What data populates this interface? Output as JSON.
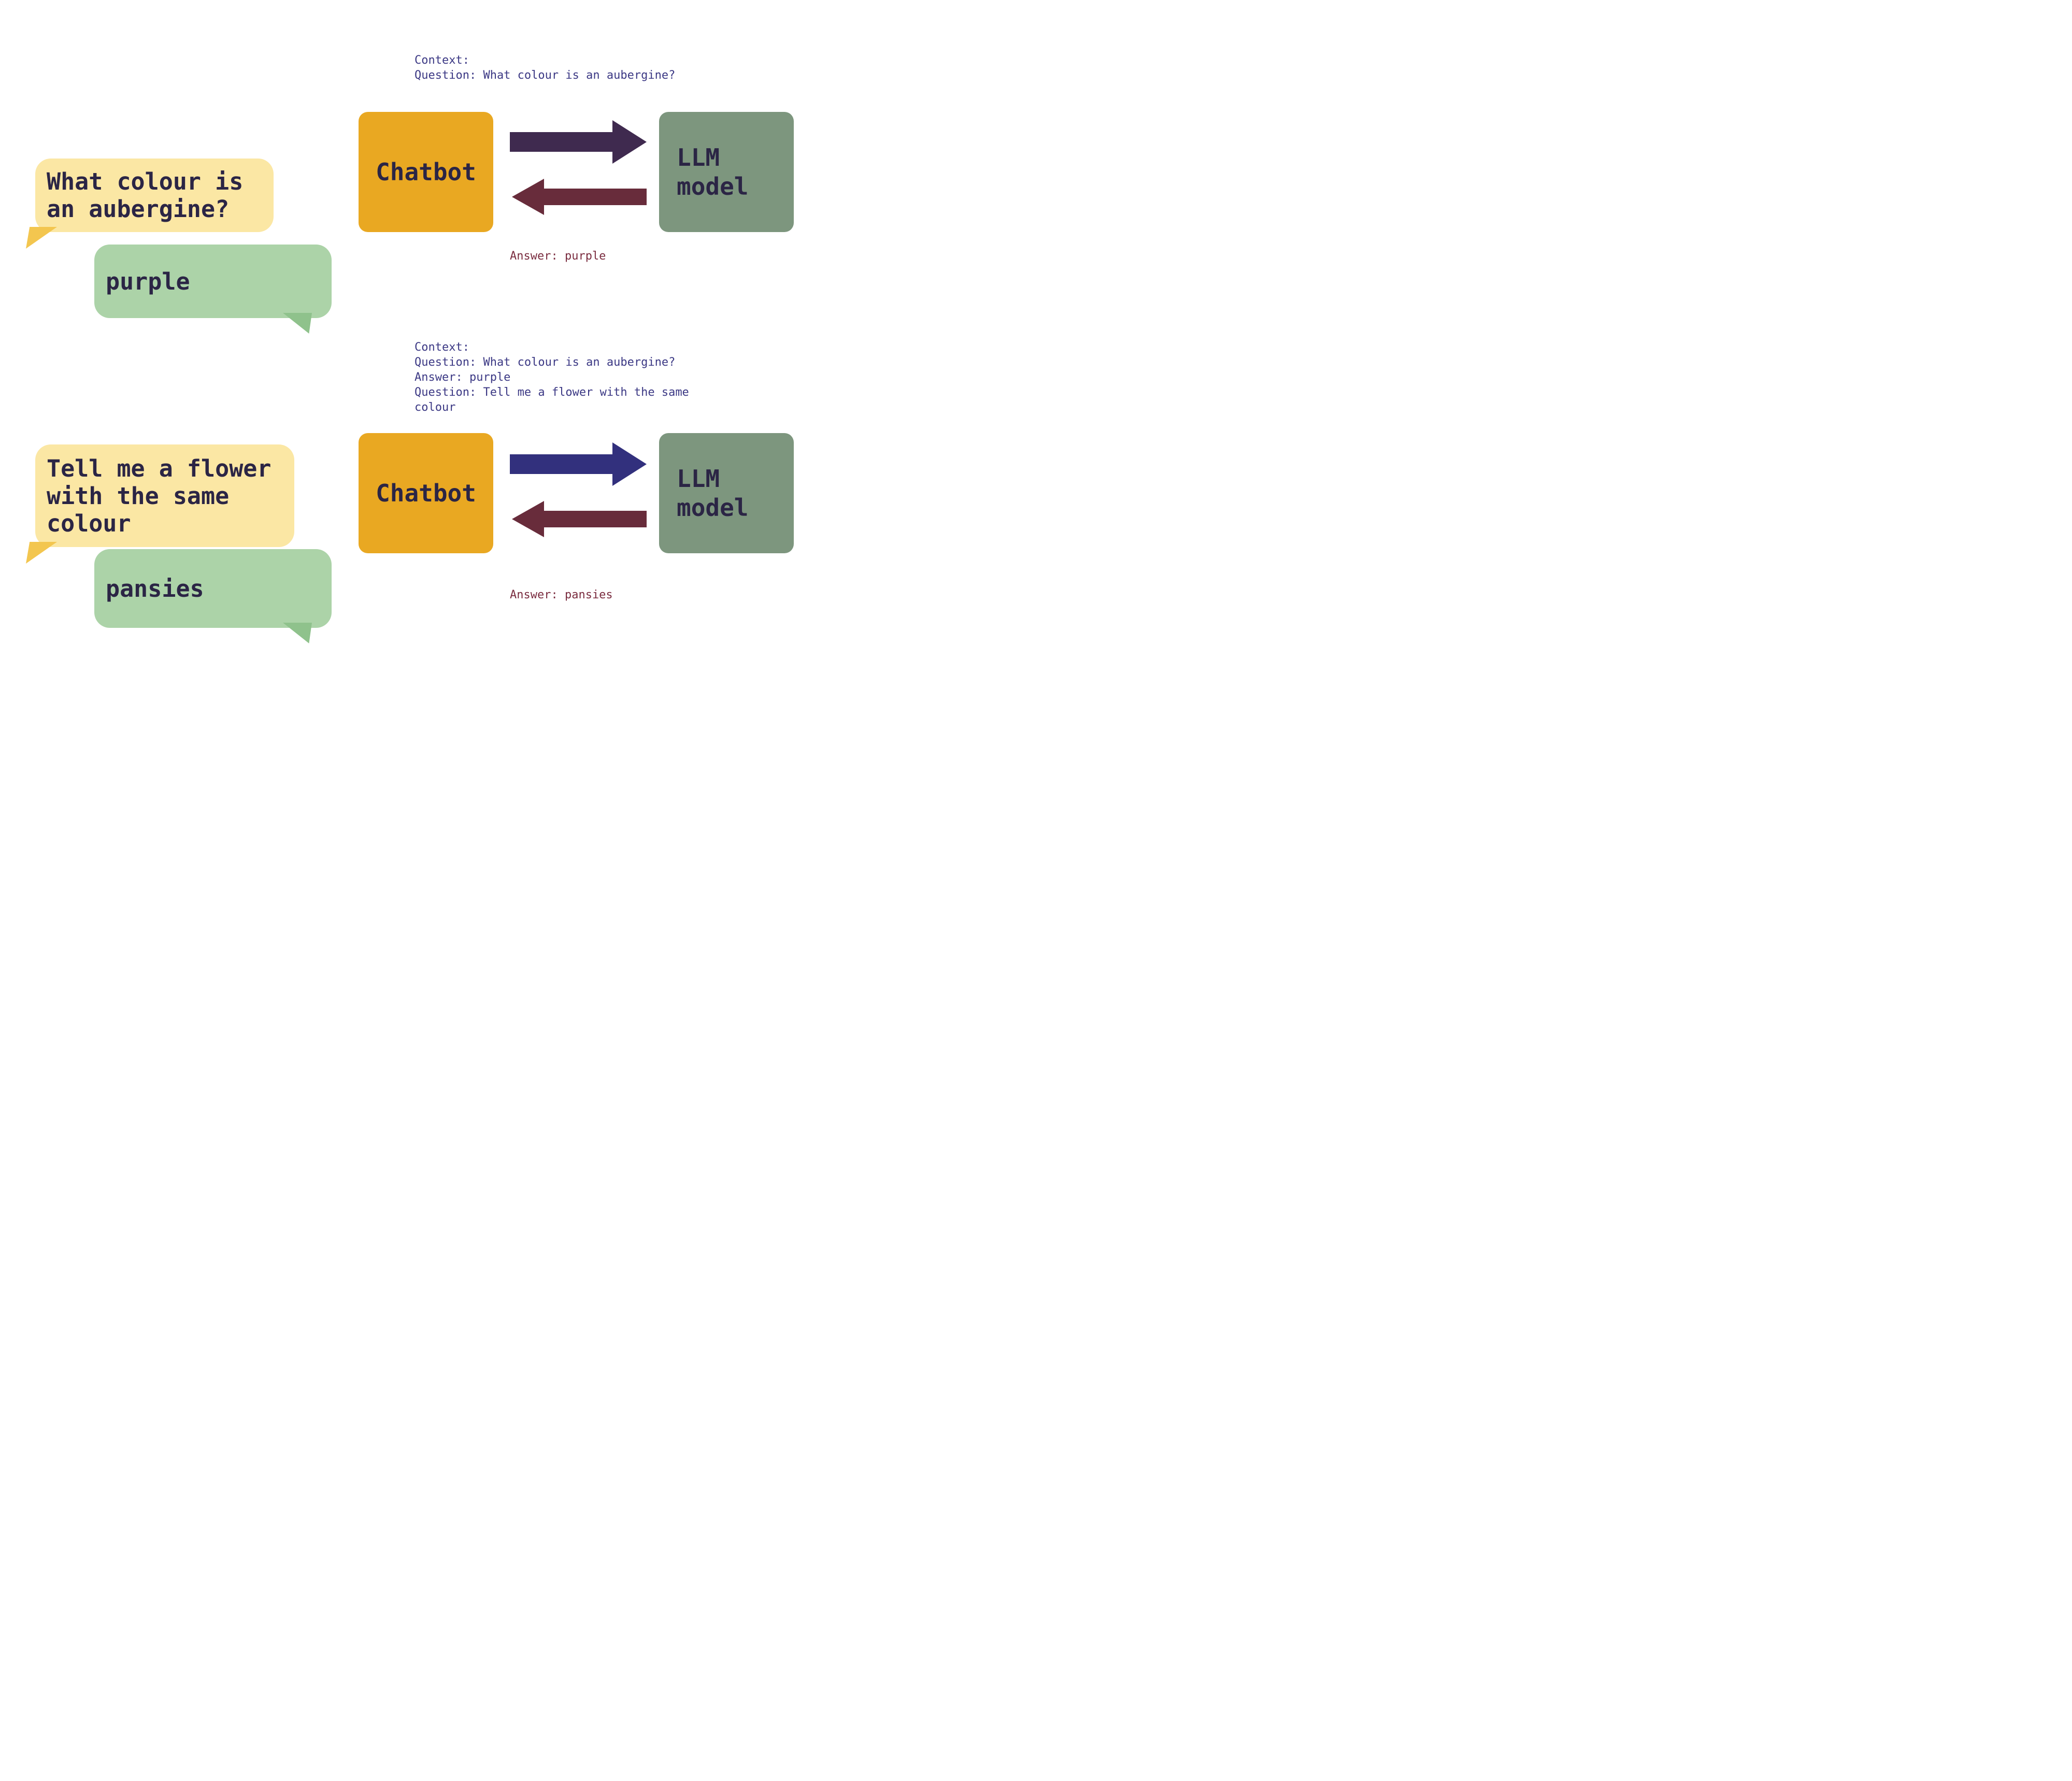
{
  "colors": {
    "bg": "#FFFFFF",
    "ink": "#2B2545",
    "context_text": "#3B3884",
    "answer_text": "#7A2C3F",
    "bubble_user": "#FBE7A4",
    "bubble_user_tail": "#F3C64F",
    "bubble_bot": "#ACD3A8",
    "bubble_bot_tail": "#8FC28C",
    "chatbot_box": "#E9A822",
    "llm_box": "#7D967E"
  },
  "panels": [
    {
      "context_lines": [
        "Context:",
        "Question: What colour is an aubergine?"
      ],
      "user_message": "What colour is\nan aubergine?",
      "bot_message": "purple",
      "chatbot_label": "Chatbot",
      "llm_label": "LLM\nmodel",
      "answer_label": "Answer: purple",
      "arrow_to_color": "#3F2A4F",
      "arrow_back_color": "#682C3B"
    },
    {
      "context_lines": [
        "Context:",
        "Question: What colour is an aubergine?",
        "Answer: purple",
        "Question: Tell me a flower with the same",
        "colour"
      ],
      "user_message": "Tell me a flower\nwith the same\ncolour",
      "bot_message": "pansies",
      "chatbot_label": "Chatbot",
      "llm_label": "LLM\nmodel",
      "answer_label": "Answer: pansies",
      "arrow_to_color": "#32307D",
      "arrow_back_color": "#682C3B"
    }
  ]
}
